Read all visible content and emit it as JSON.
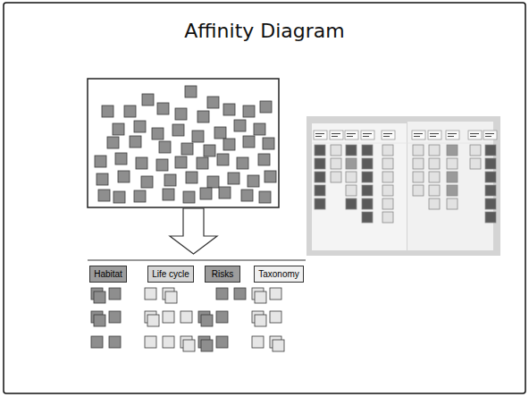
{
  "diagram": {
    "title": "Affinity Diagram",
    "nodes": [
      {
        "text": [
          "Habitat"
        ]
      },
      {
        "text": [
          "Life cycle"
        ]
      },
      {
        "text": [
          "Risks"
        ]
      },
      {
        "text": [
          "Taxonomy"
        ]
      }
    ]
  }
}
